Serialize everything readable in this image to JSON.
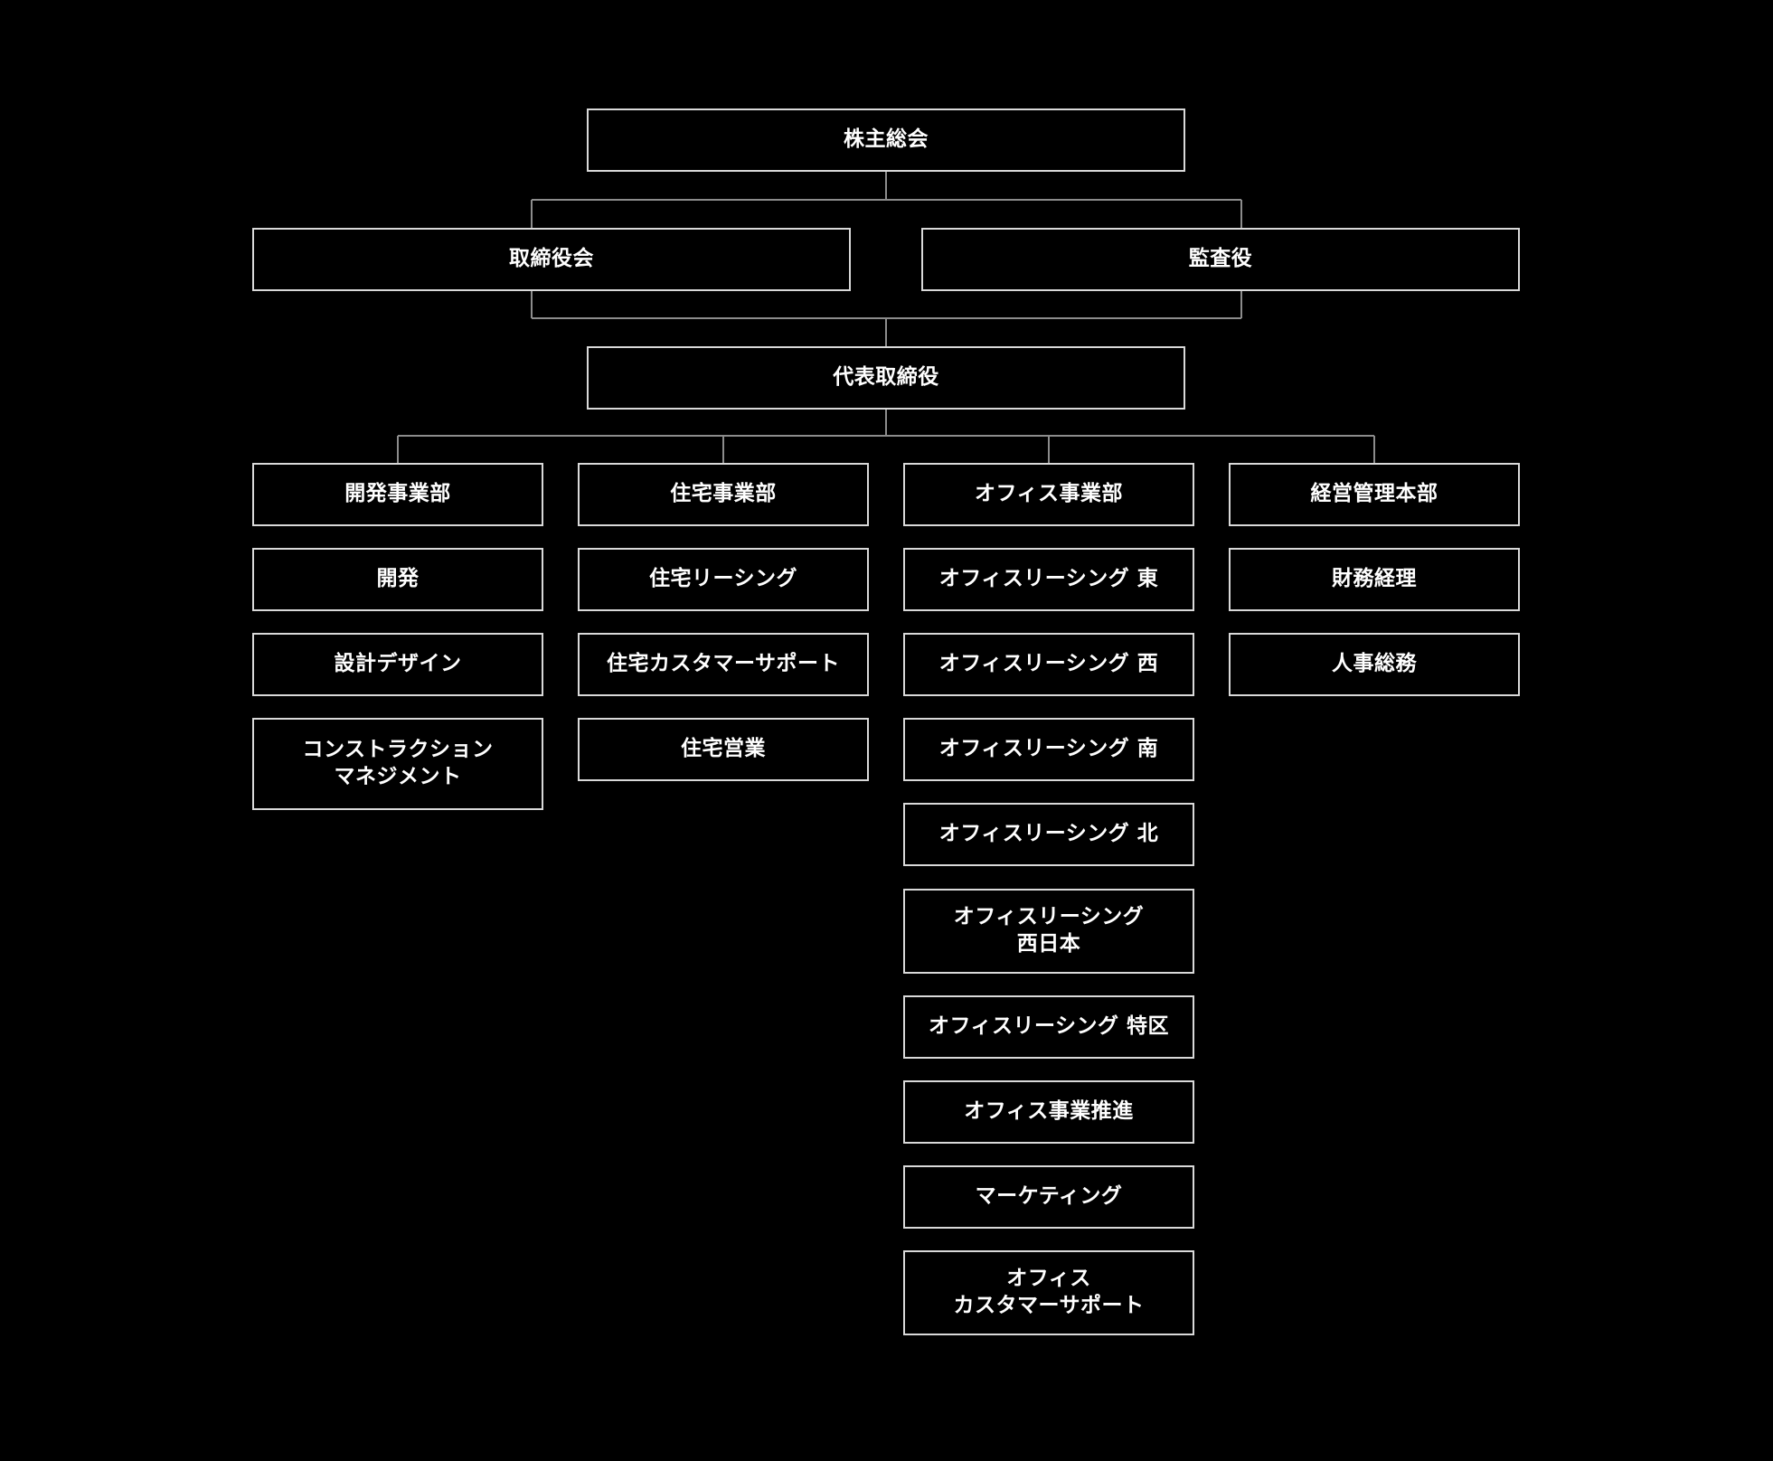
{
  "chart": {
    "colors": {
      "background": "#000000",
      "box_border": "#d9d9d9",
      "connector": "#8c8c8c",
      "text": "#ffffff"
    },
    "nodes": [
      {
        "id": "shareholders",
        "label": "株主総会"
      },
      {
        "id": "board",
        "label": "取締役会"
      },
      {
        "id": "auditor",
        "label": "監査役"
      },
      {
        "id": "ceo",
        "label": "代表取締役"
      },
      {
        "id": "dev_div",
        "label": "開発事業部"
      },
      {
        "id": "res_div",
        "label": "住宅事業部"
      },
      {
        "id": "off_div",
        "label": "オフィス事業部"
      },
      {
        "id": "mgmt_div",
        "label": "経営管理本部"
      },
      {
        "id": "dev_1",
        "label": "開発"
      },
      {
        "id": "dev_2",
        "label": "設計デザイン"
      },
      {
        "id": "dev_3",
        "label": "コンストラクション\nマネジメント"
      },
      {
        "id": "res_1",
        "label": "住宅リーシング"
      },
      {
        "id": "res_2",
        "label": "住宅カスタマーサポート"
      },
      {
        "id": "res_3",
        "label": "住宅営業"
      },
      {
        "id": "off_1",
        "label": "オフィスリーシング 東"
      },
      {
        "id": "off_2",
        "label": "オフィスリーシング 西"
      },
      {
        "id": "off_3",
        "label": "オフィスリーシング 南"
      },
      {
        "id": "off_4",
        "label": "オフィスリーシング 北"
      },
      {
        "id": "off_5",
        "label": "オフィスリーシング\n西日本"
      },
      {
        "id": "off_6",
        "label": "オフィスリーシング 特区"
      },
      {
        "id": "off_7",
        "label": "オフィス事業推進"
      },
      {
        "id": "off_8",
        "label": "マーケティング"
      },
      {
        "id": "off_9",
        "label": "オフィス\nカスタマーサポート"
      },
      {
        "id": "mgmt_1",
        "label": "財務経理"
      },
      {
        "id": "mgmt_2",
        "label": "人事総務"
      }
    ]
  }
}
